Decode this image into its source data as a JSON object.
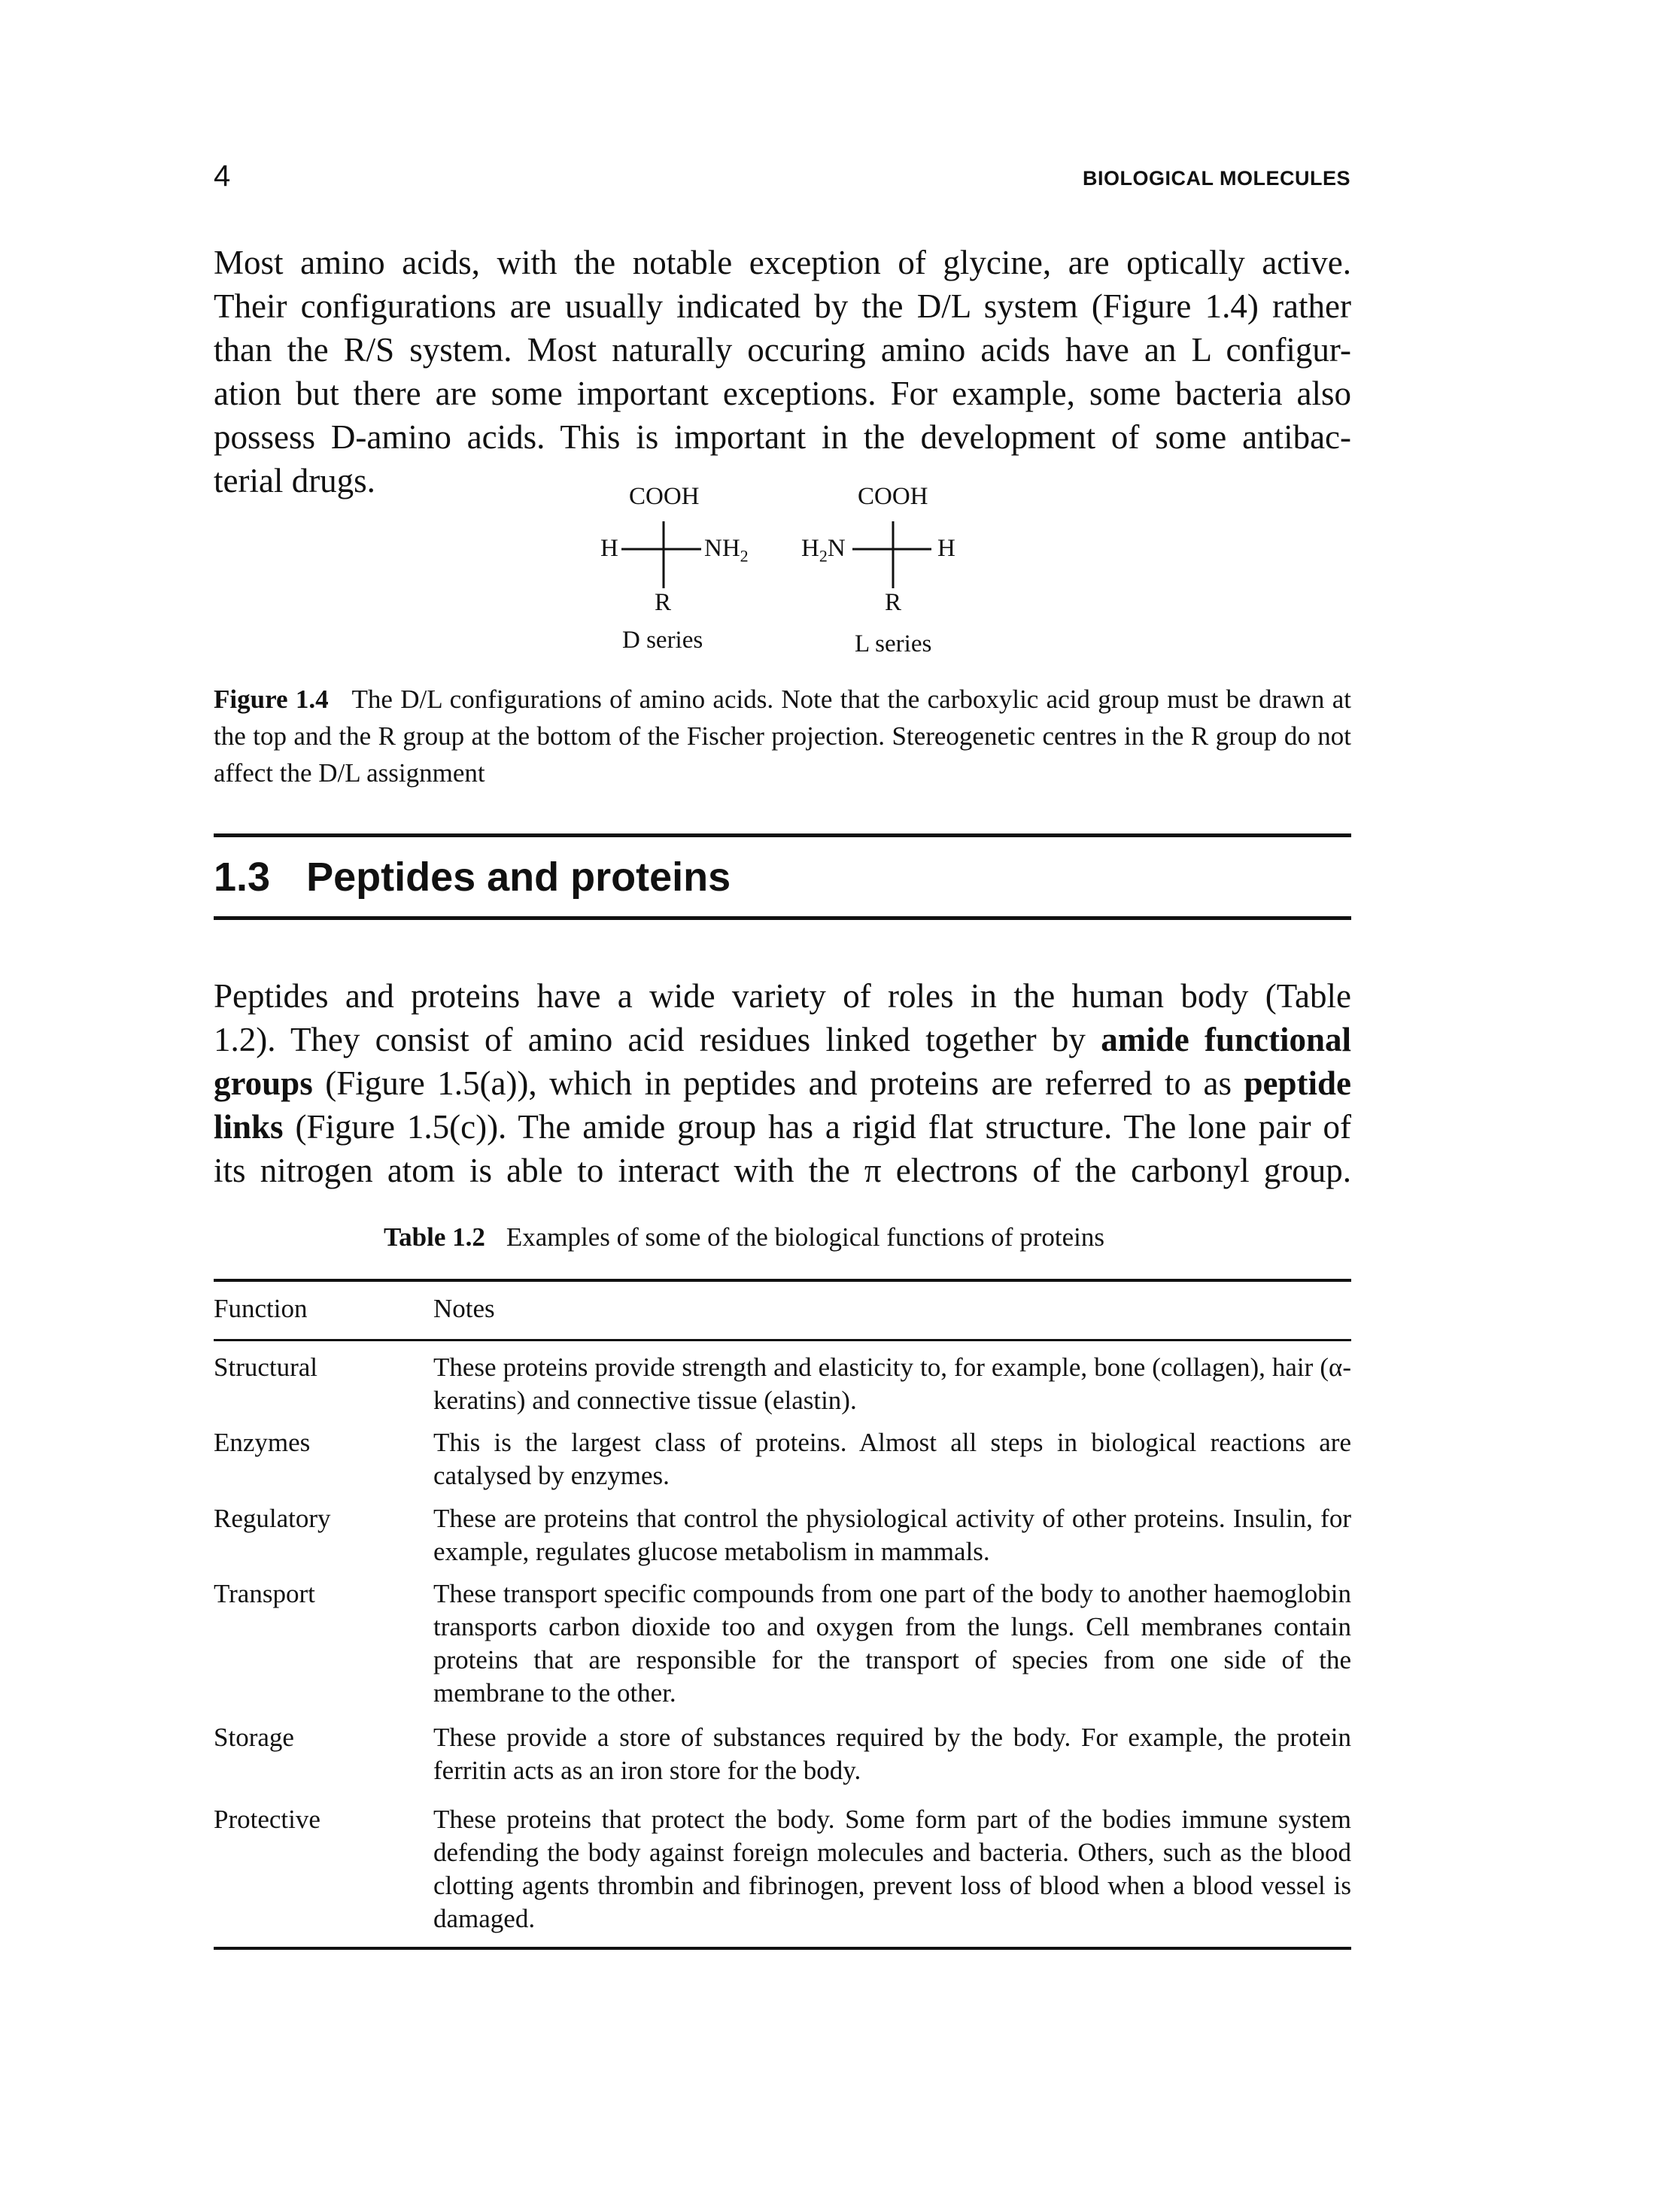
{
  "header": {
    "page_number": "4",
    "running_head": "BIOLOGICAL MOLECULES"
  },
  "intro": {
    "lines": [
      "Most amino acids, with the notable exception of glycine, are optically active.",
      "Their configurations are usually indicated by the D/L system (Figure 1.4) rather",
      "than the R/S system. Most naturally occuring amino acids have an L configur-",
      "ation but there are some important exceptions. For example, some bacteria also",
      "possess D-amino acids. This is important in the development of some antibac-",
      "terial drugs."
    ]
  },
  "figure": {
    "d": {
      "top": "COOH",
      "left": "H",
      "right_main": "NH",
      "right_sub": "2",
      "bottom": "R",
      "label": "D series"
    },
    "l": {
      "top": "COOH",
      "left_main": "H",
      "left_sub": "2",
      "left_tail": "N",
      "right": "H",
      "bottom": "R",
      "label": "L series"
    },
    "caption_label": "Figure 1.4",
    "caption_text": "The D/L configurations of amino acids. Note that the carboxylic acid group must be drawn at the top and the R group at the bottom of the Fischer projection. Stereogenetic centres in the R group do not affect the D/L assignment"
  },
  "section": {
    "number": "1.3",
    "title": "Peptides and proteins"
  },
  "body2": {
    "l1": "Peptides and proteins have a wide variety of roles in the human body (Table",
    "l2a": "1.2). They consist of amino acid residues linked together by ",
    "l2b": "amide functional",
    "l3a": "groups",
    "l3b": " (Figure 1.5(a)), which in peptides and proteins are referred to as ",
    "l3c": "peptide",
    "l4a": "links",
    "l4b": " (Figure 1.5(c)). The amide group has a rigid flat structure. The lone pair of",
    "l5": "its nitrogen atom is able to interact with the π electrons of the carbonyl group."
  },
  "table": {
    "caption_label": "Table 1.2",
    "caption_text": "Examples of some of the biological functions of proteins",
    "headers": {
      "function": "Function",
      "notes": "Notes"
    },
    "rows": [
      {
        "function": "Structural",
        "notes": "These proteins provide strength and elasticity to, for example, bone (collagen), hair (α-keratins) and connective tissue (elastin)."
      },
      {
        "function": "Enzymes",
        "notes": "This is the largest class of proteins. Almost all steps in biological reactions are catalysed by enzymes."
      },
      {
        "function": "Regulatory",
        "notes": "These are proteins that control the physiological activity of other proteins. Insulin, for example, regulates glucose metabolism in mammals."
      },
      {
        "function": "Transport",
        "notes": "These transport specific compounds from one part of the body to another haemoglobin transports carbon dioxide too and oxygen from the lungs. Cell membranes contain proteins that are responsible for the transport of species from one side of the membrane to the other."
      },
      {
        "function": "Storage",
        "notes": "These provide a store of substances required by the body. For example, the protein ferritin acts as an iron store for the body."
      },
      {
        "function": "Protective",
        "notes": "These proteins that protect the body. Some form part of the bodies immune system defending the body against foreign molecules and bacteria. Others, such as the blood clotting agents thrombin and fibrinogen, prevent loss of blood when a blood vessel is damaged."
      }
    ]
  }
}
